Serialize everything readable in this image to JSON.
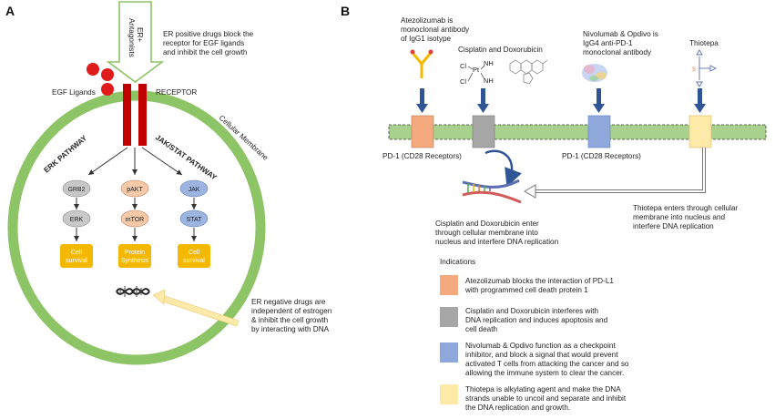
{
  "panel_a": {
    "label": "A",
    "antagonist_label_line1": "ER+",
    "antagonist_label_line2": "Antagonists",
    "er_positive_note": [
      "ER positive drugs block the",
      "receptor for EGF ligands",
      "and inhibit the cell growth"
    ],
    "egf_ligands": "EGF Ligands",
    "receptor": "RECEPTOR",
    "cellular_membrane": "Cellular Membrane",
    "pathways": [
      {
        "title": "ERK PATHWAY",
        "nodes": [
          "GRB2",
          "ERK"
        ],
        "outcome": [
          "Cell",
          "survival"
        ],
        "color": "#c8c8c8"
      },
      {
        "title": "",
        "nodes": [
          "pAKT",
          "mTOR"
        ],
        "outcome": [
          "Protein",
          "Synthesis"
        ],
        "color": "#f7c9a8"
      },
      {
        "title": "JAK/STAT PATHWAY",
        "nodes": [
          "JAK",
          "STAT"
        ],
        "outcome": [
          "Cell",
          "survival"
        ],
        "color": "#9db3e0"
      }
    ],
    "er_negative_note": [
      "ER negative drugs are",
      "independent of estrogen",
      "& inhibit the cell growth",
      "by interacting with DNA"
    ]
  },
  "panel_b": {
    "label": "B",
    "atezolizumab_note": [
      "Atezolizumab is",
      "monoclonal antibody",
      "of IgG1 isotype"
    ],
    "cisplatin_title": "Cisplatin and Doxorubicin",
    "nivolumab_note": [
      "Nivolumab & Opdivo is",
      "IgG4 anti-PD-1",
      "monoclonal antibody"
    ],
    "thiotepa": "Thiotepa",
    "pd1_left": "PD-1 (CD28 Receptors)",
    "pd1_right": "PD-1 (CD28 Receptors)",
    "cisplatin_note": [
      "Cisplatin and Doxorubicin enter",
      "through cellular membrane into",
      "nucleus and interfere DNA replication"
    ],
    "thiotepa_note": [
      "Thiotepa enters through cellular",
      "membrane into nucleus and",
      "interfere DNA replication"
    ],
    "indications_title": "Indications",
    "indications": [
      {
        "color": "#f4a97f",
        "text": [
          "Atezolizumab blocks the interaction of PD-L1",
          "with programmed cell death protein 1"
        ]
      },
      {
        "color": "#a6a6a6",
        "text": [
          "Cisplatin and Doxorubicin interferes with",
          "DNA replication and induces apoptosis and",
          "cell death"
        ]
      },
      {
        "color": "#8ea8dc",
        "text": [
          "Nivolumab & Opdivo function as a checkpoint",
          "inhibitor, and block a signal that would prevent",
          "activated T cells from attacking the cancer and so",
          "allowing the immune system to clear the cancer."
        ]
      },
      {
        "color": "#fde9a8",
        "text": [
          "Thiotepa is alkylating agent and make the DNA",
          "strands unable to uncoil and separate and inhibit",
          "the DNA replication and growth."
        ]
      }
    ]
  }
}
